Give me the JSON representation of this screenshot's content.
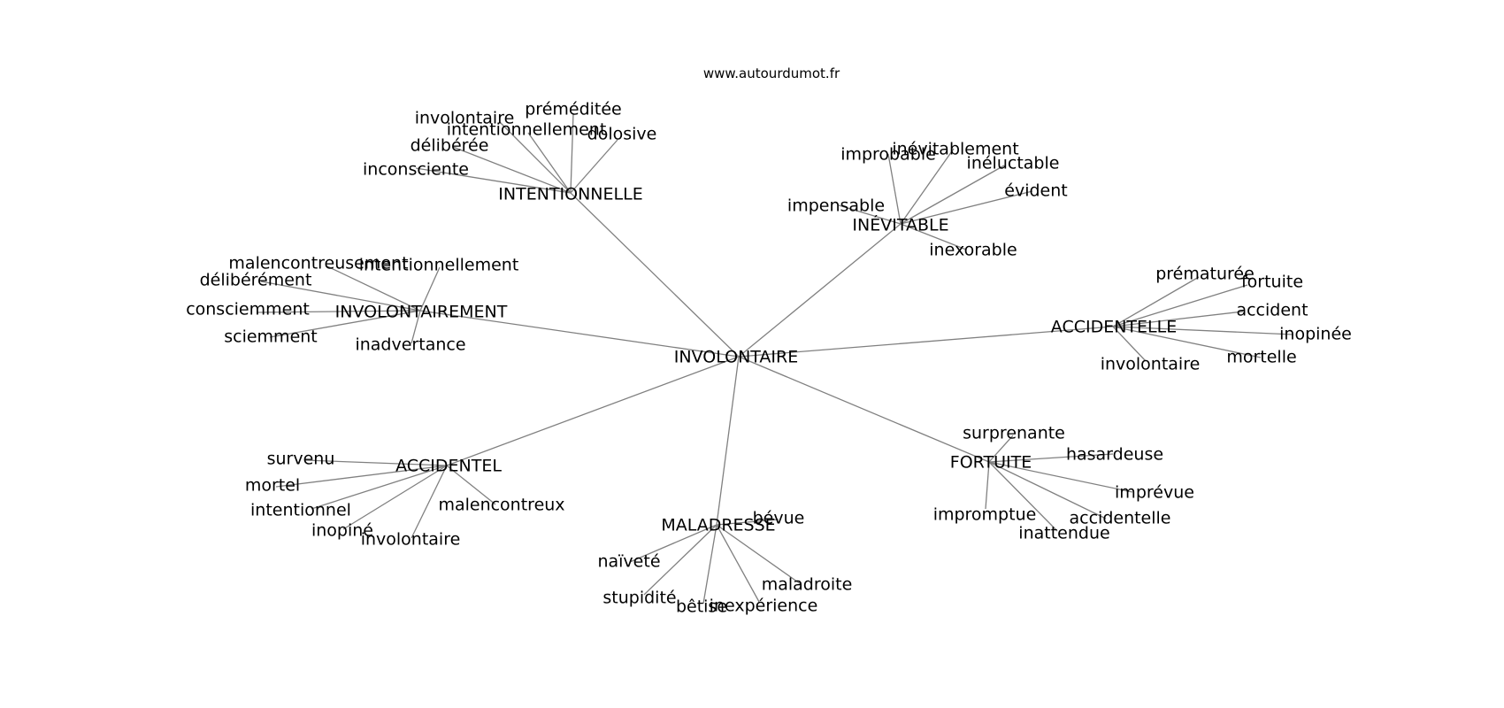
{
  "watermark": "www.autourdumot.fr",
  "edge_color": "#808080",
  "text_color": "#000000",
  "center": {
    "id": "center",
    "label": "INVOLONTAIRE"
  },
  "hubs": [
    {
      "id": "intentionnelle",
      "label": "INTENTIONNELLE",
      "leaves": [
        "involontaire",
        "préméditée",
        "intentionnellement",
        "dolosive",
        "délibérée",
        "inconsciente"
      ]
    },
    {
      "id": "inevitable",
      "label": "INÉVITABLE",
      "leaves": [
        "improbable",
        "inévitablement",
        "inéluctable",
        "évident",
        "impensable",
        "inexorable"
      ]
    },
    {
      "id": "involontairement",
      "label": "INVOLONTAIREMENT",
      "leaves": [
        "malencontreusement",
        "intentionnellement",
        "délibérément",
        "consciemment",
        "sciemment",
        "inadvertance"
      ]
    },
    {
      "id": "accidentelle",
      "label": "ACCIDENTELLE",
      "leaves": [
        "prématurée",
        "fortuite",
        "accident",
        "inopinée",
        "mortelle",
        "involontaire"
      ]
    },
    {
      "id": "accidentel",
      "label": "ACCIDENTEL",
      "leaves": [
        "survenu",
        "mortel",
        "intentionnel",
        "inopiné",
        "involontaire",
        "malencontreux"
      ]
    },
    {
      "id": "maladresse",
      "label": "MALADRESSE",
      "leaves": [
        "bévue",
        "naïveté",
        "stupidité",
        "bêtise",
        "inexpérience",
        "maladroite"
      ]
    },
    {
      "id": "fortuite",
      "label": "FORTUITE",
      "leaves": [
        "surprenante",
        "hasardeuse",
        "imprévue",
        "impromptue",
        "accidentelle",
        "inattendue"
      ]
    }
  ]
}
